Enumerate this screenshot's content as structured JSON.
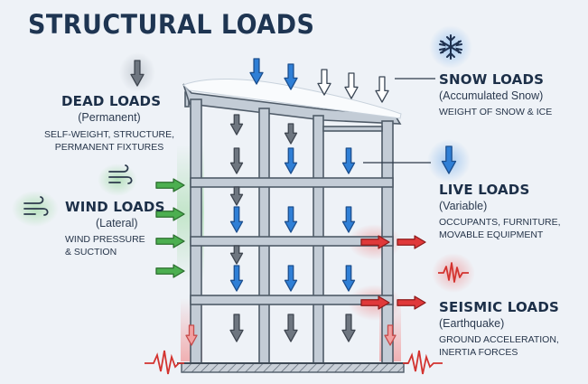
{
  "title": "STRUCTURAL LOADS",
  "loads": {
    "dead": {
      "heading": "DEAD LOADS",
      "subtitle": "(Permanent)",
      "description": [
        "SELF-WEIGHT, STRUCTURE,",
        "PERMANENT FIXTURES"
      ]
    },
    "wind": {
      "heading": "WIND LOADS",
      "subtitle": "(Lateral)",
      "description": [
        "WIND PRESSURE",
        "& SUCTION"
      ]
    },
    "snow": {
      "heading": "SNOW LOADS",
      "subtitle": "(Accumulated Snow)",
      "description": [
        "WEIGHT OF SNOW & ICE"
      ]
    },
    "live": {
      "heading": "LIVE LOADS",
      "subtitle": "(Variable)",
      "description": [
        "OCCUPANTS, FURNITURE,",
        "MOVABLE EQUIPMENT"
      ]
    },
    "seismic": {
      "heading": "SEISMIC LOADS",
      "subtitle": "(Earthquake)",
      "description": [
        "GROUND ACCELERATION,",
        "INERTIA FORCES"
      ]
    }
  },
  "icons": {
    "dead": "down-arrow-icon",
    "wind": "wind-gust-icon",
    "snow": "snowflake-icon",
    "live": "down-arrow-icon",
    "seismic": "seismic-wave-icon"
  },
  "colors": {
    "dead": "#6e7680",
    "wind": "#4caf50",
    "snow": "#ffffff",
    "live": "#2f7fd6",
    "seismic": "#e0393a",
    "structure": "#c3ccd6",
    "title": "#1e3552"
  }
}
